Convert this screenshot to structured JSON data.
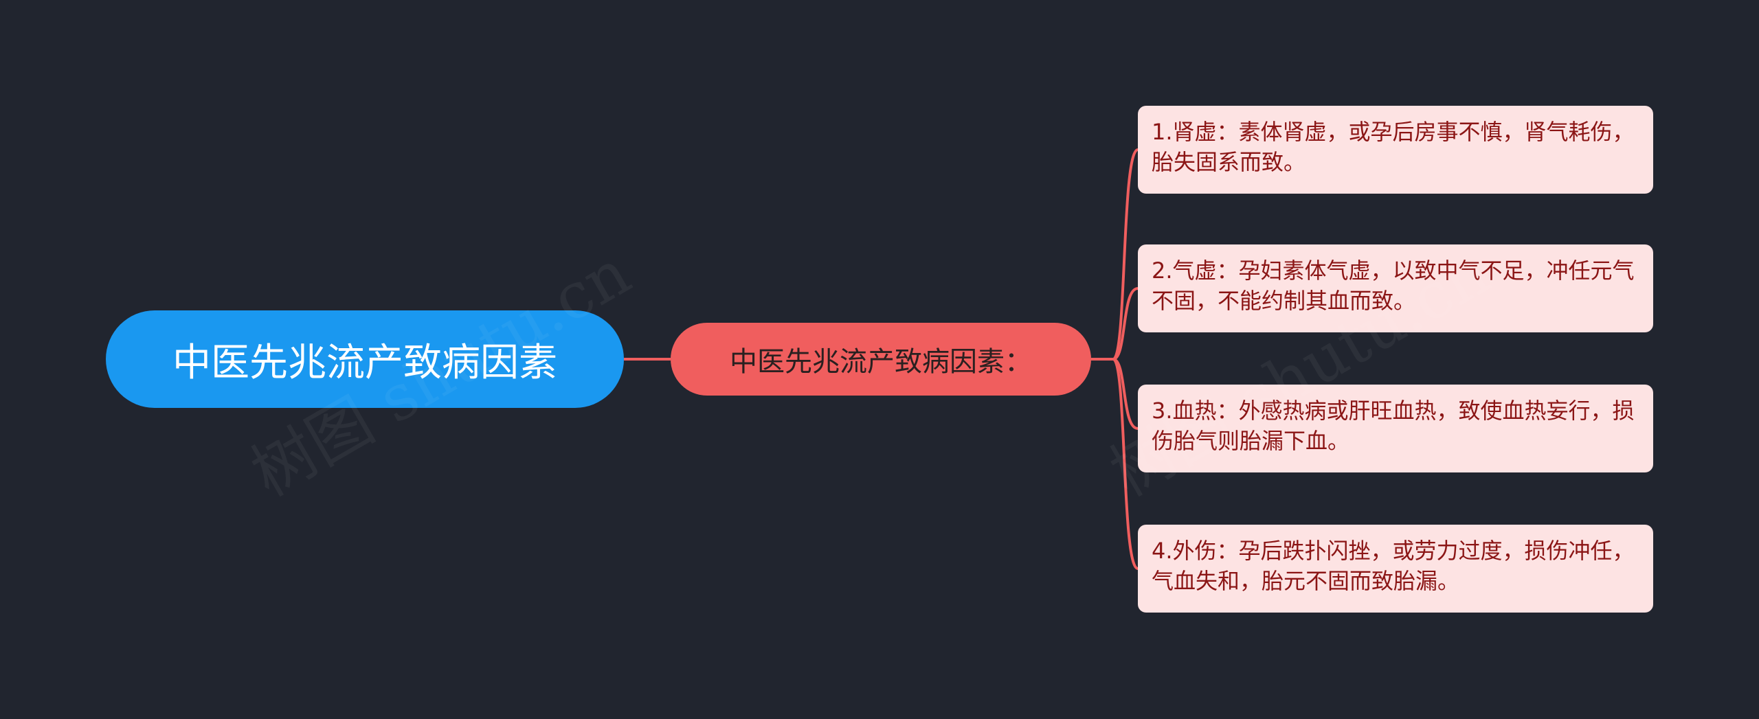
{
  "root": {
    "label": "中医先兆流产致病因素"
  },
  "branch": {
    "label": "中医先兆流产致病因素："
  },
  "leaves": [
    {
      "text": "1.肾虚：素体肾虚，或孕后房事不慎，肾气耗伤，胎失固系而致。"
    },
    {
      "text": "2.气虚：孕妇素体气虚，以致中气不足，冲任元气不固，不能约制其血而致。"
    },
    {
      "text": "3.血热：外感热病或肝旺血热，致使血热妄行，损伤胎气则胎漏下血。"
    },
    {
      "text": "4.外伤：孕后跌扑闪挫，或劳力过度，损伤冲任，气血失和，胎元不固而致胎漏。"
    }
  ],
  "watermark": {
    "text": "树图 shutu.cn"
  },
  "colors": {
    "background": "#21252f",
    "root_fill": "#1a98f0",
    "branch_fill": "#f05e5e",
    "leaf_fill": "#fde3e3",
    "leaf_text": "#8b1515",
    "connector": "#f05e5e"
  }
}
